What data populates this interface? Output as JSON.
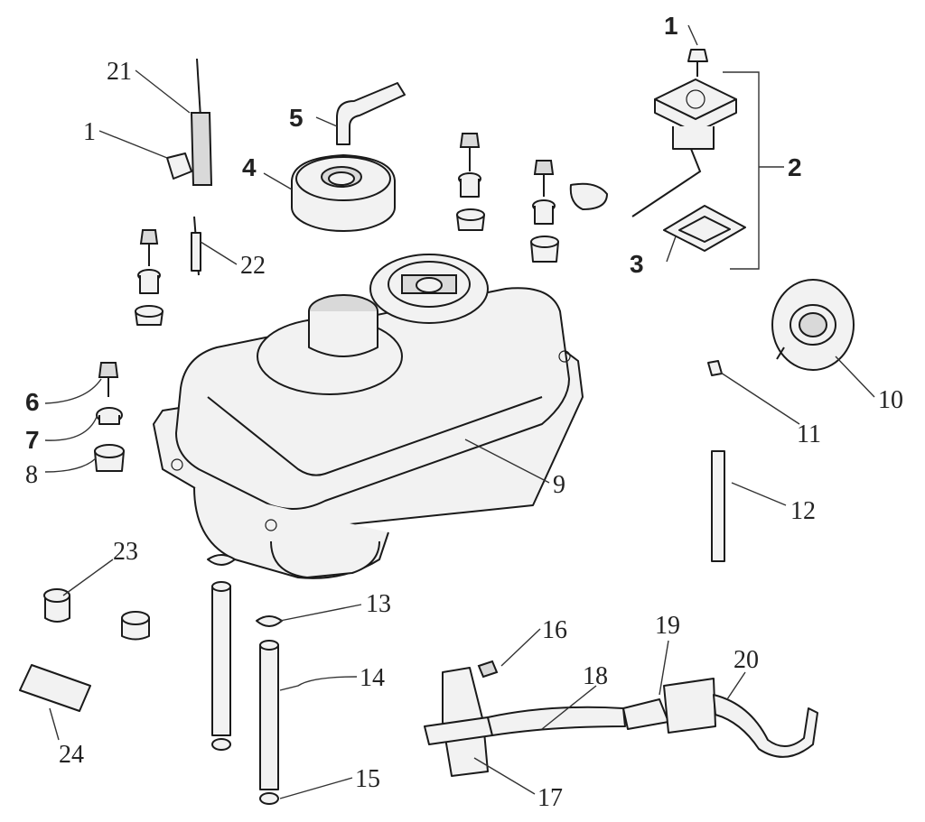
{
  "callouts": [
    {
      "id": "c1a",
      "text": "1",
      "bold": true
    },
    {
      "id": "c2",
      "text": "2",
      "bold": true
    },
    {
      "id": "c3",
      "text": "3",
      "bold": true
    },
    {
      "id": "c4",
      "text": "4",
      "bold": true
    },
    {
      "id": "c5",
      "text": "5",
      "bold": true
    },
    {
      "id": "c6",
      "text": "6",
      "bold": true
    },
    {
      "id": "c7",
      "text": "7",
      "bold": true
    },
    {
      "id": "c8",
      "text": "8",
      "bold": false
    },
    {
      "id": "c9",
      "text": "9",
      "bold": false
    },
    {
      "id": "c10",
      "text": "10",
      "bold": false
    },
    {
      "id": "c11",
      "text": "11",
      "bold": false
    },
    {
      "id": "c12",
      "text": "12",
      "bold": false
    },
    {
      "id": "c13",
      "text": "13",
      "bold": false
    },
    {
      "id": "c14",
      "text": "14",
      "bold": false
    },
    {
      "id": "c15",
      "text": "15",
      "bold": false
    },
    {
      "id": "c16",
      "text": "16",
      "bold": false
    },
    {
      "id": "c17",
      "text": "17",
      "bold": false
    },
    {
      "id": "c18",
      "text": "18",
      "bold": false
    },
    {
      "id": "c19",
      "text": "19",
      "bold": false
    },
    {
      "id": "c20",
      "text": "20",
      "bold": false
    },
    {
      "id": "c21",
      "text": "21",
      "bold": false
    },
    {
      "id": "c1b",
      "text": "1",
      "bold": false
    },
    {
      "id": "c22",
      "text": "22",
      "bold": false
    },
    {
      "id": "c23",
      "text": "23",
      "bold": false
    },
    {
      "id": "c24",
      "text": "24",
      "bold": false
    }
  ]
}
